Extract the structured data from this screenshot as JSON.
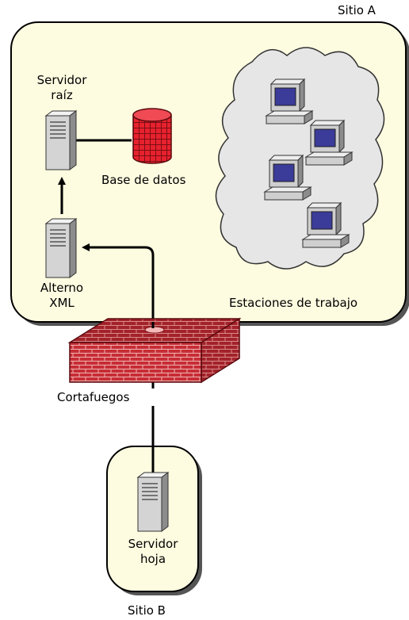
{
  "site_a": {
    "label": "Sitio A",
    "fill": "#fdfbe0"
  },
  "site_b": {
    "label": "Sitio B",
    "fill": "#fdfbe0"
  },
  "root_server": {
    "line1": "Servidor",
    "line2": "raíz"
  },
  "database": {
    "label": "Base de datos",
    "color": "#e8212e"
  },
  "xml_alternate": {
    "line1": "Alterno",
    "line2": "XML"
  },
  "workstations": {
    "label": "Estaciones de trabajo",
    "cloud_fill": "#e6e6e6"
  },
  "firewall": {
    "label": "Cortafuegos",
    "brick_color": "#c72d35"
  },
  "leaf_server": {
    "line1": "Servidor",
    "line2": "hoja"
  },
  "icons": [
    "server-icon",
    "database-icon",
    "computer-icon",
    "firewall-icon",
    "cloud-icon",
    "arrow-icon"
  ]
}
